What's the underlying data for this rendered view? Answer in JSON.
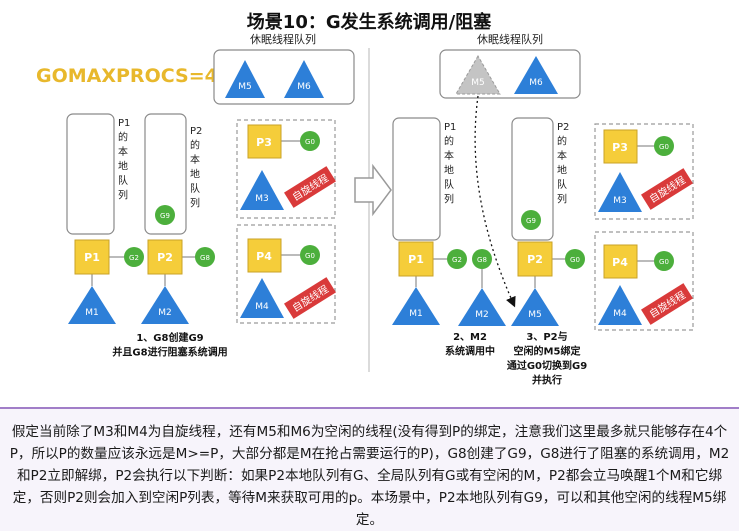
{
  "title": "场景10：G发生系统调用/阻塞",
  "gomaxprocs_label": "GOMAXPROCS=4",
  "colors": {
    "gomaxprocs": "#e8b82c",
    "processor": "#f5cd3a",
    "processor_border": "#c9a227",
    "thread": "#2d7fd8",
    "thread_ghost": "#c4c4c4",
    "goroutine": "#4caf3c",
    "spin_badge": "#d93a3a",
    "caption_border": "#a17ec8"
  },
  "left": {
    "sleep_queue_label": "休眠线程队列",
    "sleep_threads": [
      "M5",
      "M6"
    ],
    "p1_queue_label": "P1\n的\n本\n地\n队\n列",
    "p2_queue_label": "P2\n的\n本\n地\n队\n列",
    "p2_queue_item": "G9",
    "p1": "P1",
    "p1_g": "G2",
    "m1": "M1",
    "p2": "P2",
    "p2_g": "G8",
    "m2": "M2",
    "p3": "P3",
    "p3_g": "G0",
    "m3": "M3",
    "p4": "P4",
    "p4_g": "G0",
    "m4": "M4",
    "spin_badge_1": "自旋线程",
    "spin_badge_2": "自旋线程",
    "step_note": "1、G8创建G9\n并且G8进行阻塞系统调用"
  },
  "right": {
    "sleep_queue_label": "休眠线程队列",
    "sleep_threads": [
      "M5",
      "M6"
    ],
    "p1_queue_label": "P1\n的\n本\n地\n队\n列",
    "p2_queue_label": "P2\n的\n本\n地\n队\n列",
    "p2_queue_item": "G9",
    "p1": "P1",
    "p1_g": "G2",
    "m1": "M1",
    "g8": "G8",
    "m2": "M2",
    "p2": "P2",
    "p2_g": "G0",
    "m5": "M5",
    "p3": "P3",
    "p3_g": "G0",
    "m3": "M3",
    "p4": "P4",
    "p4_g": "G0",
    "m4": "M4",
    "spin_badge_1": "自旋线程",
    "spin_badge_2": "自旋线程",
    "step_note_2": "2、M2\n系统调用中",
    "step_note_3": "3、P2与\n空闲的M5绑定\n通过G0切换到G9\n并执行"
  },
  "caption": "假定当前除了M3和M4为自旋线程，还有M5和M6为空闲的线程(没有得到P的绑定，注意我们这里最多就只能够存在4个P，所以P的数量应该永远是M>=P，大部分都是M在抢占需要运行的P)，G8创建了G9，G8进行了阻塞的系统调用，M2和P2立即解绑，P2会执行以下判断：如果P2本地队列有G、全局队列有G或有空闲的M，P2都会立马唤醒1个M和它绑定，否则P2则会加入到空闲P列表，等待M来获取可用的p。本场景中，P2本地队列有G9，可以和其他空闲的线程M5绑定。"
}
